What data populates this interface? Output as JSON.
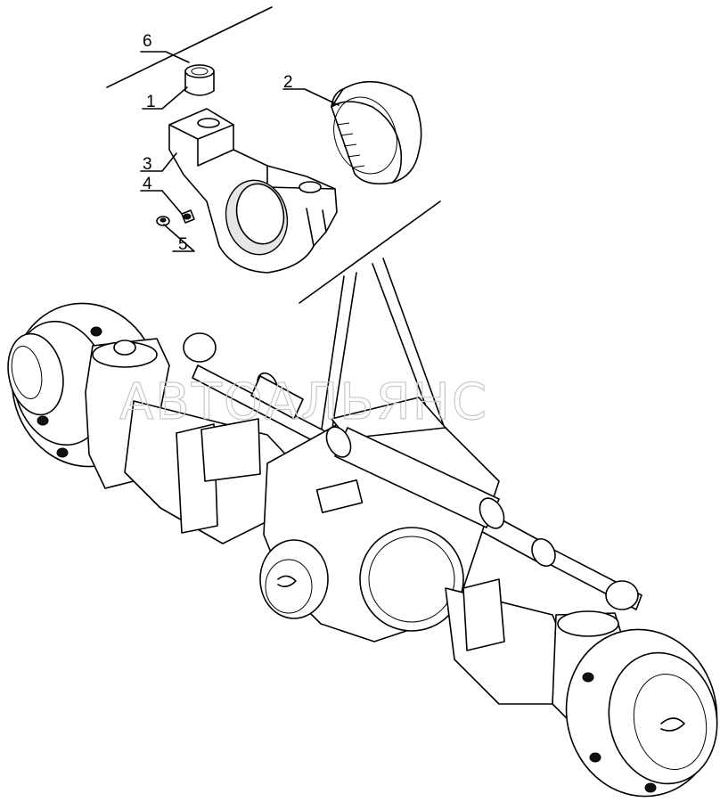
{
  "callouts": [
    {
      "id": "6",
      "label": "6"
    },
    {
      "id": "1",
      "label": "1"
    },
    {
      "id": "2",
      "label": "2"
    },
    {
      "id": "3",
      "label": "3"
    },
    {
      "id": "4",
      "label": "4"
    },
    {
      "id": "5",
      "label": "5"
    }
  ],
  "watermark": {
    "text": "АВТОАЛЬЯНС"
  },
  "colors": {
    "line": "#000000",
    "background": "#ffffff",
    "watermark": "#c8c8c8"
  }
}
